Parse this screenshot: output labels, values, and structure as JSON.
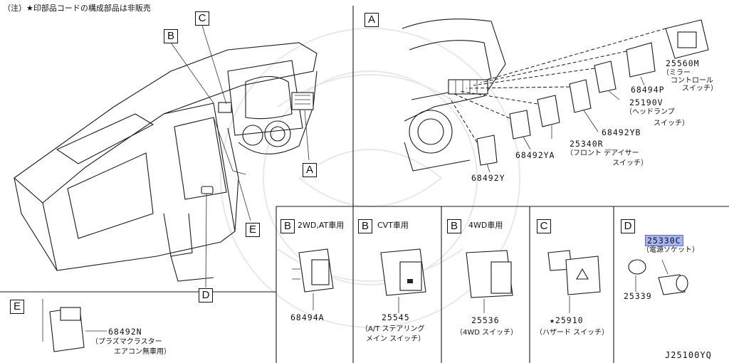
{
  "note": "（注）★印部品コードの構成部品は非販売",
  "views": {
    "A": "A",
    "B": "B",
    "C": "C",
    "D": "D",
    "E": "E"
  },
  "panel_a": {
    "parts": [
      {
        "code": "25560M",
        "desc1": "（ミラー",
        "desc2": "コントロール",
        "desc3": "スイッチ）"
      },
      {
        "code": "68494P"
      },
      {
        "code": "25190V",
        "desc1": "（ヘッドランプ",
        "desc2": "スイッチ）"
      },
      {
        "code": "68492YB"
      },
      {
        "code": "25340R",
        "desc1": "（フロント デアイサー",
        "desc2": "スイッチ）"
      },
      {
        "code": "68492YA"
      },
      {
        "code": "68492Y"
      }
    ]
  },
  "sub_panels": [
    {
      "key": "B",
      "title": "2WD,AT車用",
      "code": "68494A"
    },
    {
      "key": "B",
      "title": "CVT車用",
      "code": "25545",
      "desc1": "（A/T ステアリング",
      "desc2": "メイン スイッチ）"
    },
    {
      "key": "B",
      "title": "4WD車用",
      "code": "25536",
      "desc1": "（4WD スイッチ）"
    },
    {
      "key": "C",
      "title": "",
      "code": "★25910",
      "desc1": "（ハザード スイッチ）"
    },
    {
      "key": "D",
      "title": "",
      "code": "25330C",
      "desc1": "（電源ソケット）",
      "code2": "25339"
    }
  ],
  "panel_e": {
    "key": "E",
    "code": "68492N",
    "desc1": "（プラズマクラスター",
    "desc2": "エアコン無車用）"
  },
  "diagram_id": "J25100YQ"
}
